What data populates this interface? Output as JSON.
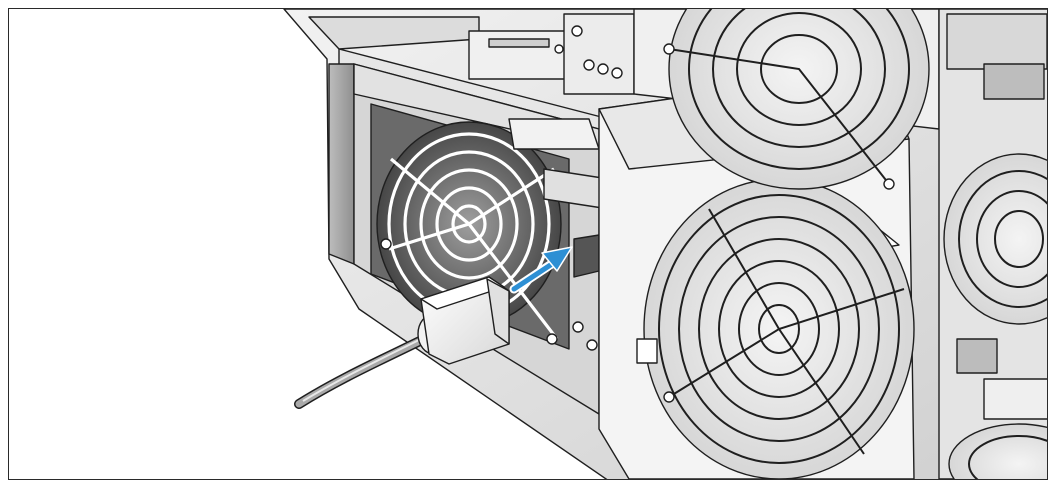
{
  "figure": {
    "alt": "",
    "colors": {
      "arrow": "#2d8fd4",
      "line": "#1f1f1f",
      "metal_light": "#e9e9e9",
      "metal_mid": "#cfcfcf",
      "metal_dark": "#9a9a9a",
      "fan_dark": "#4a4a4a"
    },
    "parts": [
      {
        "name": "power-supply-fan"
      },
      {
        "name": "power-cord-plug"
      },
      {
        "name": "power-cord"
      },
      {
        "name": "power-connector"
      },
      {
        "name": "insertion-arrow"
      },
      {
        "name": "status-leds"
      },
      {
        "name": "chassis-fans"
      },
      {
        "name": "vga-connector"
      }
    ]
  }
}
